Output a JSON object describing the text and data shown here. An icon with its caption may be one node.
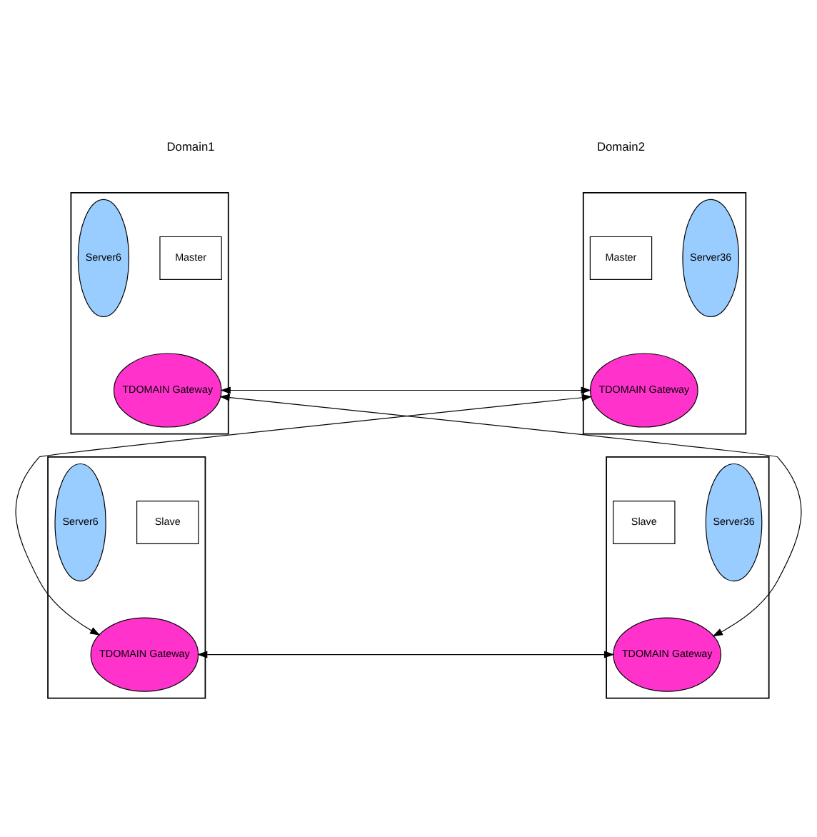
{
  "diagram": {
    "nodes": [
      {
        "text": [],
        "shape": "box"
      },
      {
        "text": [
          "Master"
        ],
        "in": 0
      },
      {
        "text": [
          "Server6"
        ],
        "in": 0
      },
      {
        "text": [
          "TDOMAIN Gateway"
        ],
        "in": 0
      },
      {
        "text": [],
        "shape": "box"
      },
      {
        "text": [
          "Master"
        ],
        "in": 4
      },
      {
        "text": [
          "TDOMAIN Gateway"
        ],
        "in": 4
      },
      {
        "text": [
          "Server36"
        ],
        "in": 4
      },
      {
        "text": [],
        "shape": "box"
      },
      {
        "text": [
          "Slave"
        ],
        "in": 8
      },
      {
        "text": [
          "Server6"
        ],
        "in": 8
      },
      {
        "text": [
          "TDOMAIN Gateway"
        ],
        "in": 8
      },
      {
        "text": [],
        "shape": "box"
      },
      {
        "text": [
          "Slave"
        ],
        "in": 12
      },
      {
        "text": [
          "TDOMAIN Gateway"
        ],
        "in": 12
      },
      {
        "text": [
          "Server36"
        ],
        "in": 12
      }
    ],
    "edges": [
      {
        "from": 3,
        "to": 6,
        "arrow": "both"
      },
      {
        "from": 3,
        "to": 14,
        "arrow": "both"
      },
      {
        "from": 6,
        "to": 11,
        "arrow": "both"
      },
      {
        "from": 11,
        "to": 14,
        "arrow": "both"
      }
    ],
    "labels": [
      "Domain1",
      "Domain2"
    ]
  }
}
